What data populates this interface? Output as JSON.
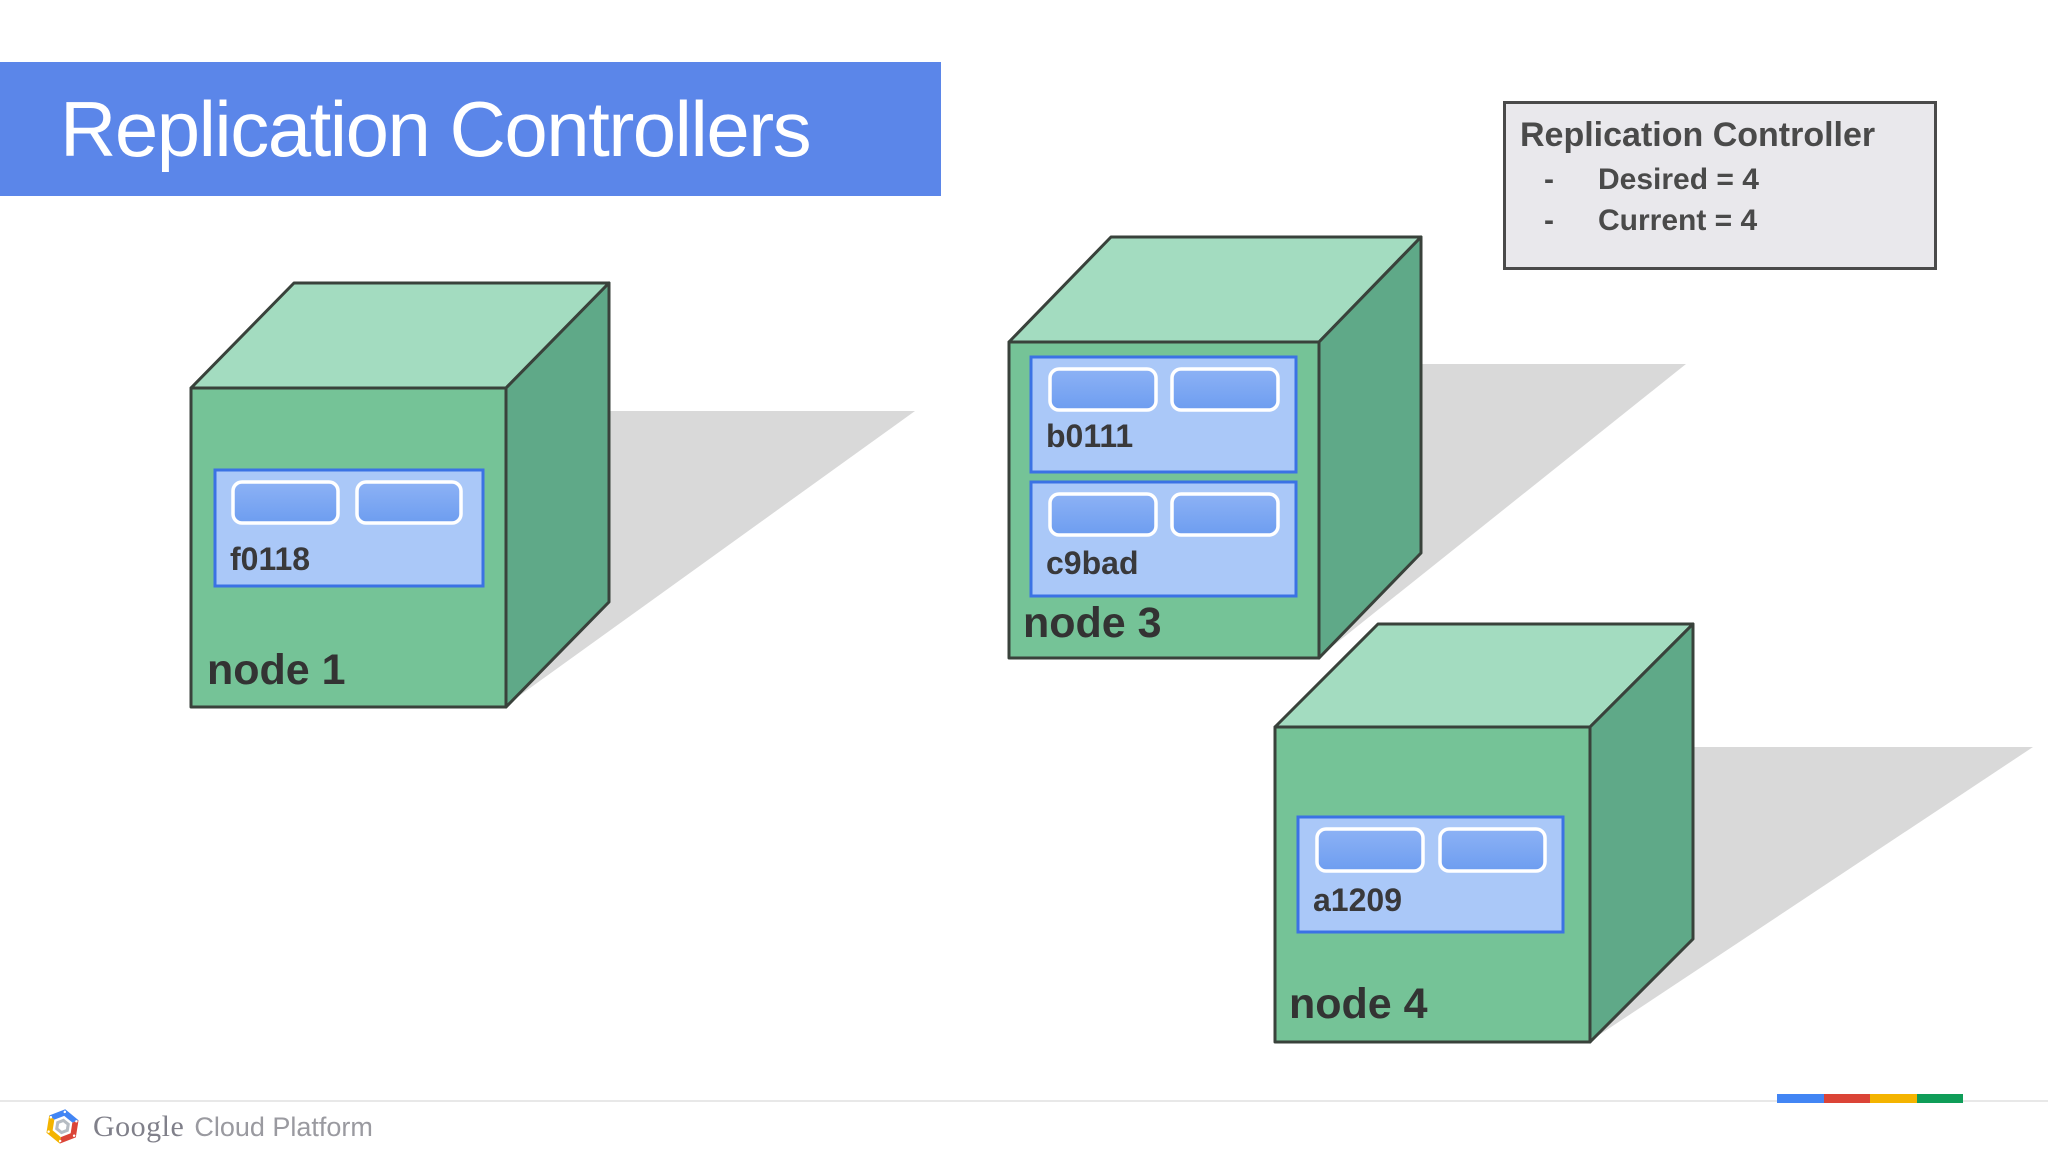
{
  "slide": {
    "title": "Replication Controllers"
  },
  "info_box": {
    "title": "Replication Controller",
    "items": [
      {
        "bullet": "-",
        "text": "Desired = 4"
      },
      {
        "bullet": "-",
        "text": "Current = 4"
      }
    ]
  },
  "nodes": [
    {
      "label": "node 1",
      "pods": [
        {
          "id": "f0118",
          "containers": 2
        }
      ]
    },
    {
      "label": "node 3",
      "pods": [
        {
          "id": "b0111",
          "containers": 2
        },
        {
          "id": "c9bad",
          "containers": 2
        }
      ]
    },
    {
      "label": "node 4",
      "pods": [
        {
          "id": "a1209",
          "containers": 2
        }
      ]
    }
  ],
  "footer": {
    "brand": "Google",
    "product": "Cloud Platform",
    "accent_bar_colors": [
      "#4285f4",
      "#db4437",
      "#f4b400",
      "#0f9d58"
    ]
  },
  "colors": {
    "banner_blue": "#5b86e9",
    "cube_front": "#75c397",
    "cube_top": "#a3dcc0",
    "cube_side": "#5fa988",
    "cube_outline": "#39423b",
    "shadow": "#d9d9d9",
    "pod_fill": "#aac8f8",
    "pod_border": "#3b72e4",
    "container_fill": "#7aa5f2",
    "info_box_bg": "#e9e8ec",
    "info_box_border": "#4a4a4a",
    "text_dark": "#3a3a3a"
  }
}
